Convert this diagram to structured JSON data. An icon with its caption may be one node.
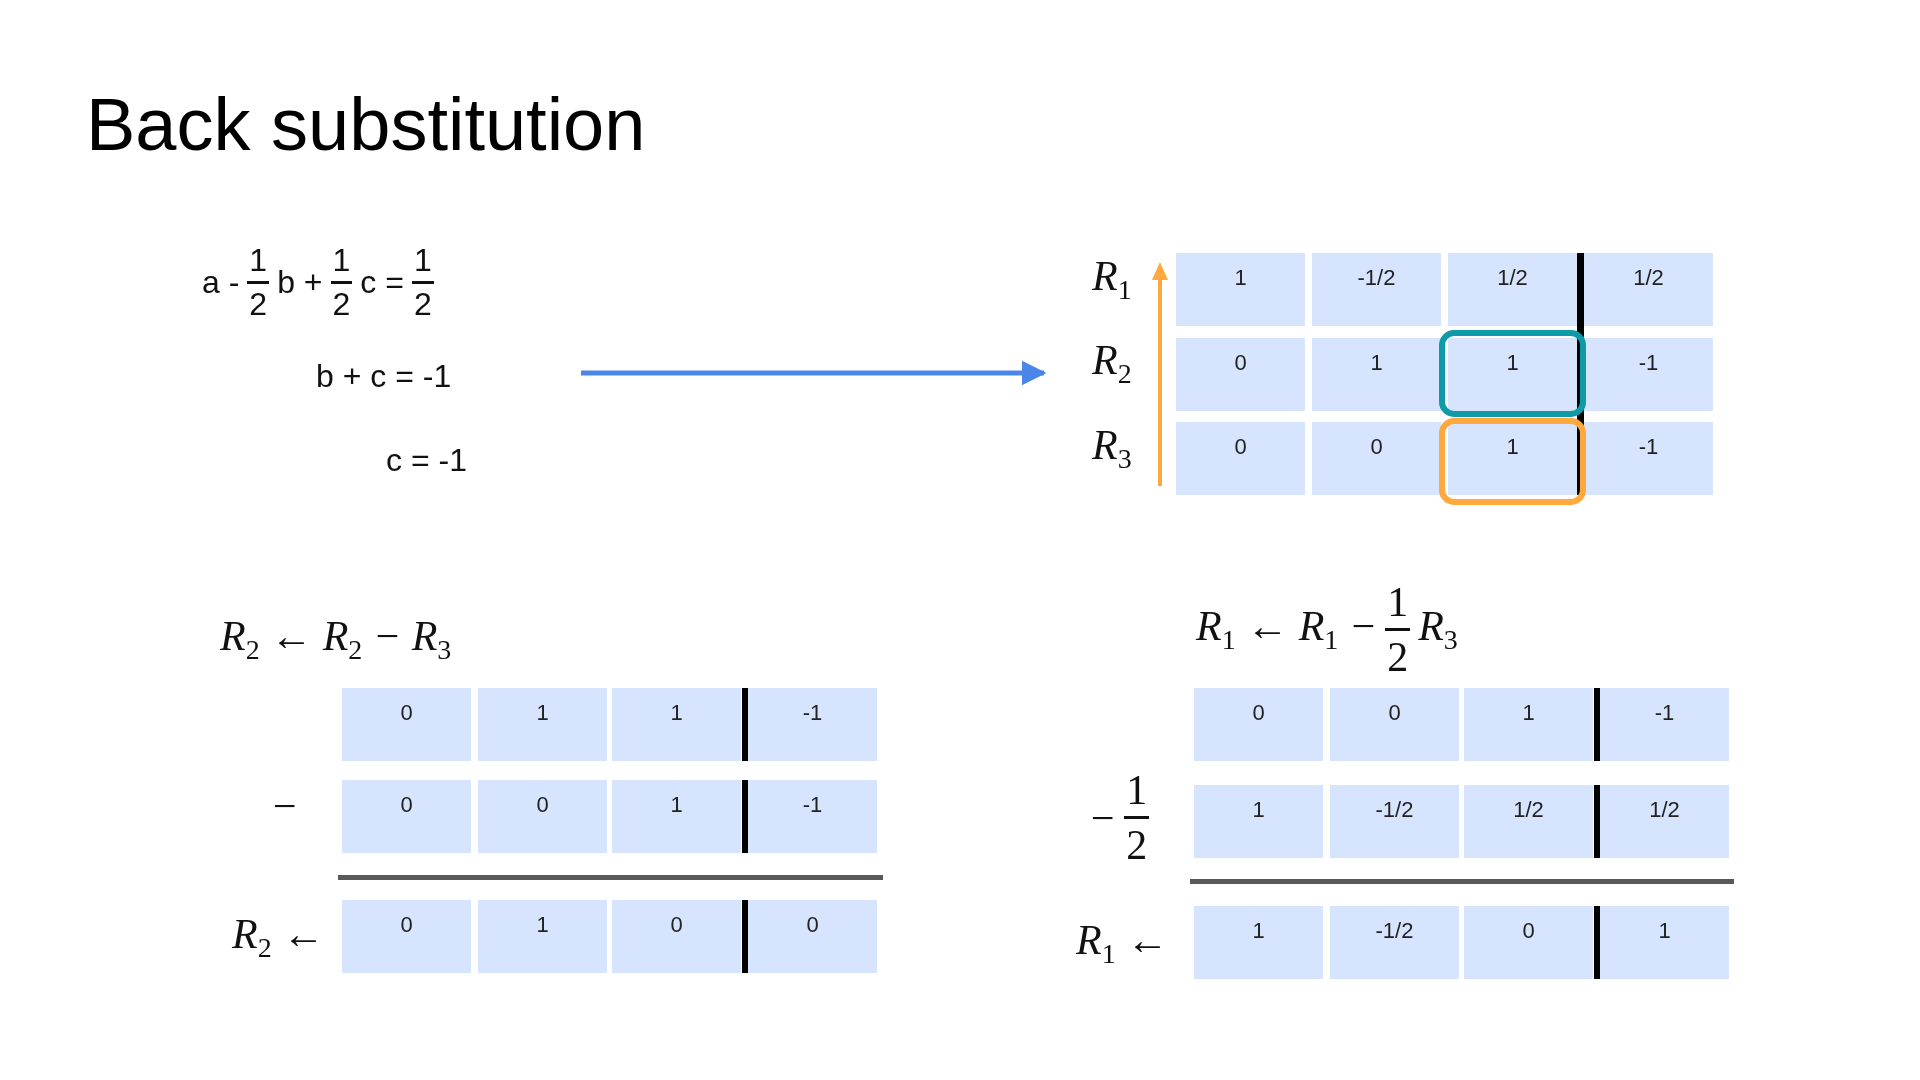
{
  "diagram": {
    "title": "Back substitution",
    "nodes": [
      {
        "text": [
          "a -",
          "1",
          "2",
          "b +",
          "1",
          "2",
          "c =",
          "1",
          "2",
          "b + c = -1",
          "c = -1"
        ]
      },
      {
        "text": [
          "1",
          "-1/2",
          "1/2",
          "1/2",
          "0",
          "1",
          "1",
          "-1",
          "0",
          "0",
          "1",
          "-1"
        ]
      }
    ],
    "edges": [
      {
        "from": 0,
        "to": 1,
        "arrow": "to",
        "color": "#4a86e8"
      }
    ],
    "labels": [
      "R$_{1}$",
      "R$_{2}$",
      "R$_{3}$",
      "R$_{2}$ ← R$_{2}$ − R$_{3}$",
      "0",
      "1",
      "1",
      "-1",
      "−",
      "0",
      "0",
      "1",
      "-1",
      "R$_{2}$ ←",
      "0",
      "1",
      "0",
      "0",
      "R$_{1}$ ← R$_{1}$ −",
      "1",
      "2",
      "R$_{3}$",
      "0",
      "0",
      "1",
      "-1",
      "−",
      "1",
      "2",
      "1",
      "-1/2",
      "1/2",
      "1/2",
      "R$_{1}$ ←",
      "1",
      "-1/2",
      "0",
      "1"
    ]
  }
}
